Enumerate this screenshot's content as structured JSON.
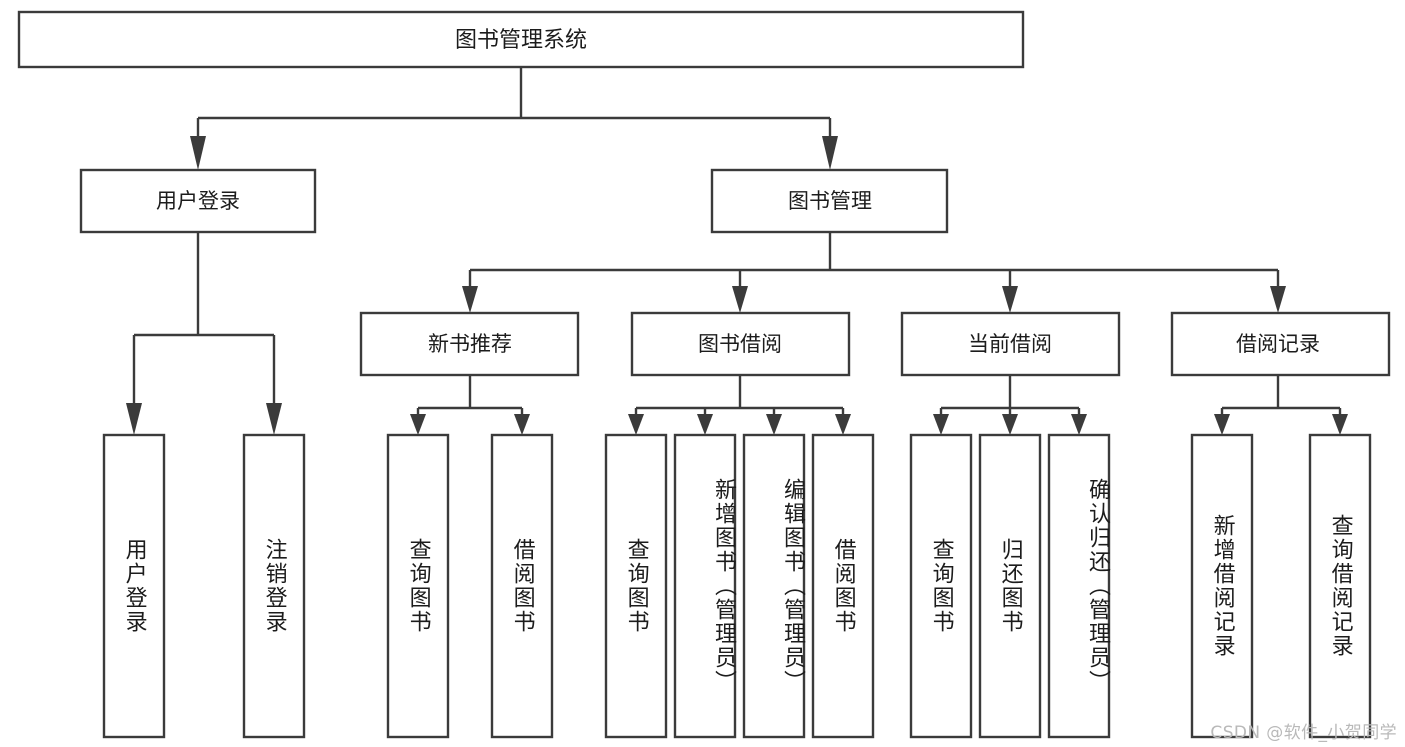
{
  "diagram": {
    "title": "图书管理系统",
    "type": "tree",
    "orientation": "top-down",
    "colors": {
      "box_stroke": "#3b3b3b",
      "box_fill": "#ffffff",
      "connector": "#3b3b3b",
      "text": "#1c1c1c",
      "background": "#ffffff",
      "watermark": "#b9b9b9"
    },
    "root": {
      "label": "图书管理系统"
    },
    "level2": [
      {
        "label": "用户登录"
      },
      {
        "label": "图书管理"
      }
    ],
    "level3": [
      {
        "label": "新书推荐"
      },
      {
        "label": "图书借阅"
      },
      {
        "label": "当前借阅"
      },
      {
        "label": "借阅记录"
      }
    ],
    "leaves": {
      "user_login": [
        {
          "label": "用户登录"
        },
        {
          "label": "注销登录"
        }
      ],
      "new_book_recommend": [
        {
          "label": "查询图书"
        },
        {
          "label": "借阅图书"
        }
      ],
      "book_borrow": [
        {
          "label": "查询图书"
        },
        {
          "label": "新增图书（管理员）"
        },
        {
          "label": "编辑图书（管理员）"
        },
        {
          "label": "借阅图书"
        }
      ],
      "current_borrow": [
        {
          "label": "查询图书"
        },
        {
          "label": "归还图书"
        },
        {
          "label": "确认归还（管理员）"
        }
      ],
      "borrow_record": [
        {
          "label": "新增借阅记录"
        },
        {
          "label": "查询借阅记录"
        }
      ]
    }
  },
  "watermark": {
    "text": "CSDN @软件_小贺同学"
  }
}
